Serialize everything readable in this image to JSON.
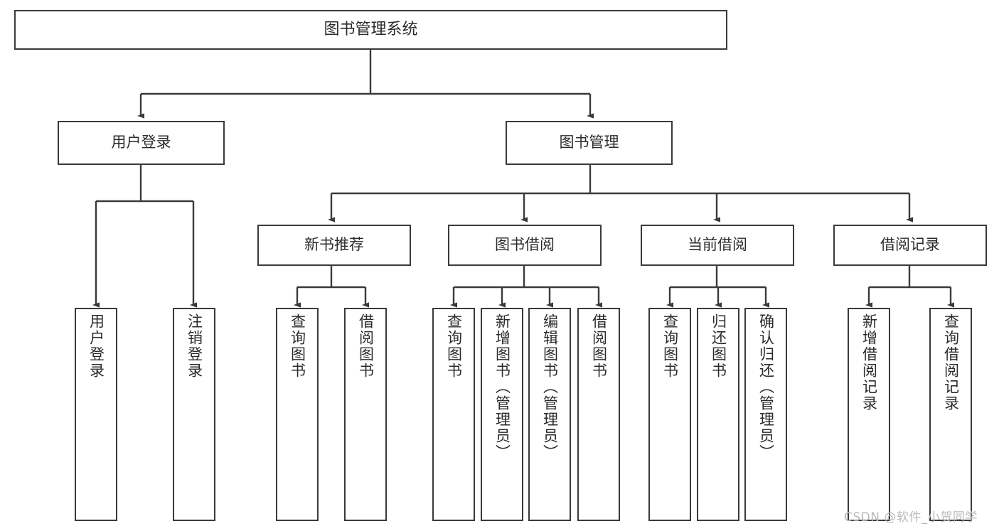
{
  "diagram": {
    "title": "图书管理系统",
    "type": "tree-hierarchy-diagram",
    "colors": {
      "box_border": "#3a3a3a",
      "box_fill": "#ffffff",
      "connector": "#3a3a3a",
      "text": "#2b2b2b",
      "watermark": "#b9b9b9",
      "background": "#ffffff"
    },
    "nodes": {
      "root": {
        "label": "图书管理系统",
        "orientation": "horizontal"
      },
      "l1": [
        {
          "label": "用户登录",
          "orientation": "horizontal"
        },
        {
          "label": "图书管理",
          "orientation": "horizontal"
        }
      ],
      "l2": [
        {
          "label": "新书推荐",
          "orientation": "horizontal"
        },
        {
          "label": "图书借阅",
          "orientation": "horizontal"
        },
        {
          "label": "当前借阅",
          "orientation": "horizontal"
        },
        {
          "label": "借阅记录",
          "orientation": "horizontal"
        }
      ],
      "leaves_user_login": [
        {
          "label": "用户登录",
          "orientation": "vertical"
        },
        {
          "label": "注销登录",
          "orientation": "vertical"
        }
      ],
      "leaves_new_book": [
        {
          "label": "查询图书",
          "orientation": "vertical"
        },
        {
          "label": "借阅图书",
          "orientation": "vertical"
        }
      ],
      "leaves_borrow": [
        {
          "label": "查询图书",
          "orientation": "vertical"
        },
        {
          "label": "新增图书（管理员）",
          "orientation": "vertical"
        },
        {
          "label": "编辑图书（管理员）",
          "orientation": "vertical"
        },
        {
          "label": "借阅图书",
          "orientation": "vertical"
        }
      ],
      "leaves_current": [
        {
          "label": "查询图书",
          "orientation": "vertical"
        },
        {
          "label": "归还图书",
          "orientation": "vertical"
        },
        {
          "label": "确认归还（管理员）",
          "orientation": "vertical"
        }
      ],
      "leaves_records": [
        {
          "label": "新增借阅记录",
          "orientation": "vertical"
        },
        {
          "label": "查询借阅记录",
          "orientation": "vertical"
        }
      ]
    },
    "watermark": "CSDN @软件_小贺同学"
  }
}
